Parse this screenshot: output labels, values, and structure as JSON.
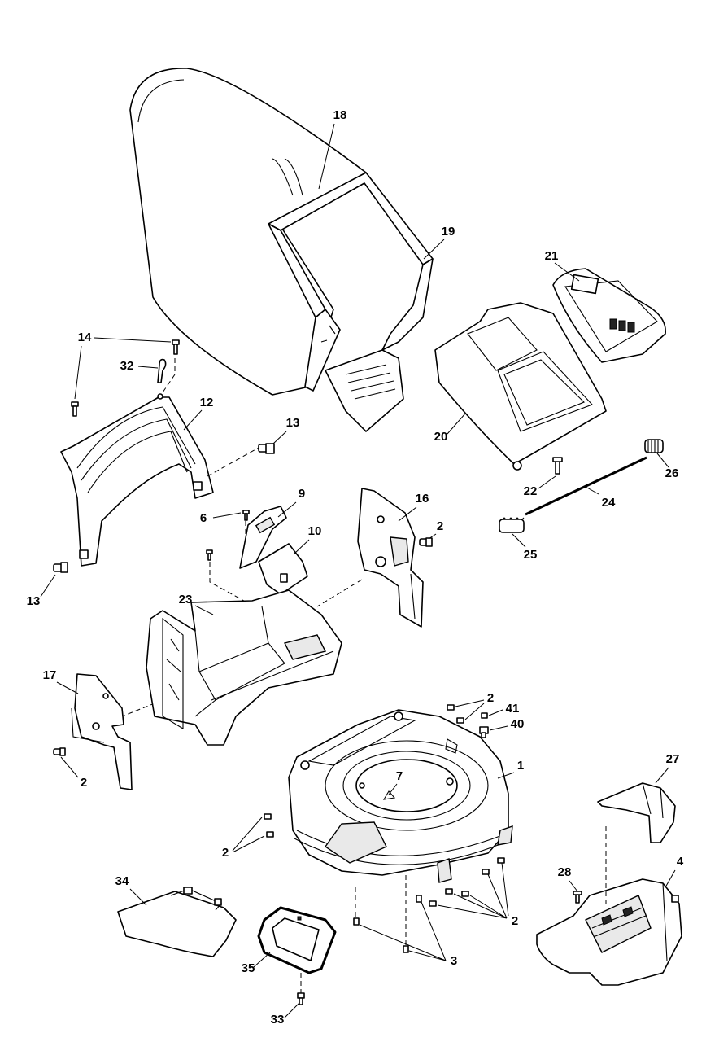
{
  "title": "",
  "colors": {
    "line": "#000000",
    "background": "#ffffff",
    "shade": "#e9e9e9"
  },
  "callouts": {
    "c1": "1",
    "c2a": "2",
    "c2b": "2",
    "c2c": "2",
    "c2d": "2",
    "c2e": "2",
    "c3": "3",
    "c4": "4",
    "c6": "6",
    "c7": "7",
    "c9": "9",
    "c10": "10",
    "c12": "12",
    "c13a": "13",
    "c13b": "13",
    "c14": "14",
    "c16": "16",
    "c17": "17",
    "c18": "18",
    "c19": "19",
    "c20": "20",
    "c21": "21",
    "c22": "22",
    "c23": "23",
    "c24": "24",
    "c25": "25",
    "c26": "26",
    "c27": "27",
    "c28": "28",
    "c32": "32",
    "c33": "33",
    "c34": "34",
    "c35": "35",
    "c40": "40",
    "c41": "41"
  }
}
